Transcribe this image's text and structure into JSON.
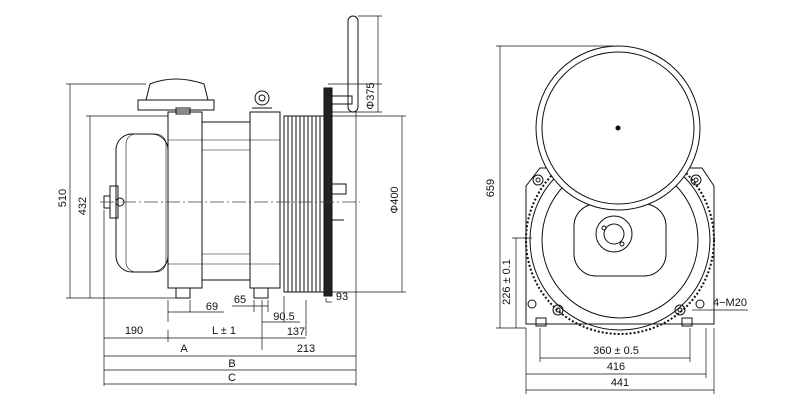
{
  "side_view": {
    "dimensions": {
      "height_overall": "510",
      "height_frame": "432",
      "len_190": "190",
      "len_69": "69",
      "len_65": "65",
      "len_l": "L ± 1",
      "len_90_5": "90.5",
      "len_137": "137",
      "len_93": "93",
      "len_213": "213",
      "len_a": "A",
      "len_b": "B",
      "len_c": "C",
      "dia_375": "Φ375",
      "dia_400": "Φ400"
    }
  },
  "front_view": {
    "dimensions": {
      "height_659": "659",
      "height_226": "226 ± 0.1",
      "bolt_spec": "4−M20",
      "width_360": "360 ± 0.5",
      "width_416": "416",
      "width_441": "441"
    }
  },
  "colors": {
    "line": "#111111",
    "centerline": "#444444",
    "background": "#ffffff"
  }
}
